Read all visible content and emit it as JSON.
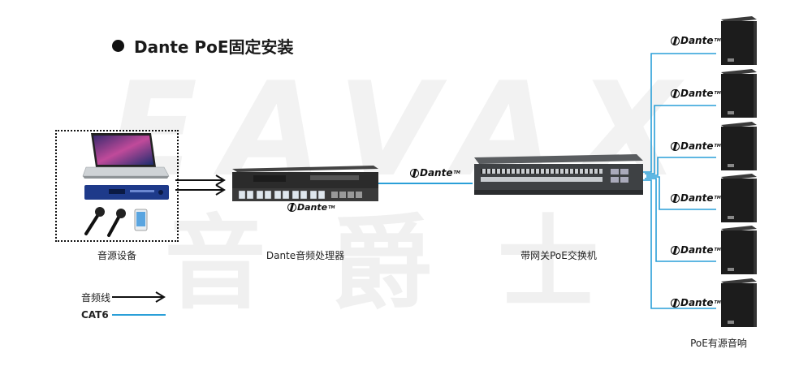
{
  "watermark": {
    "latin": "EAVAX",
    "cjk": "音爵士"
  },
  "title": {
    "text": "Dante PoE固定安装"
  },
  "source": {
    "label": "音源设备"
  },
  "processor": {
    "label": "Dante音频处理器",
    "dante_text": "Dante"
  },
  "switch": {
    "label": "带网关PoE交换机"
  },
  "link": {
    "dante_text": "Dante"
  },
  "speakers": {
    "label": "PoE有源音响",
    "dante_text": "Dante",
    "count": 6
  },
  "legend": {
    "audio_line": "音频线",
    "cat6": "CAT6"
  },
  "colors": {
    "cable": "#2a9fd8",
    "arrow": "#111111",
    "watermark": "#f0f0f0"
  }
}
